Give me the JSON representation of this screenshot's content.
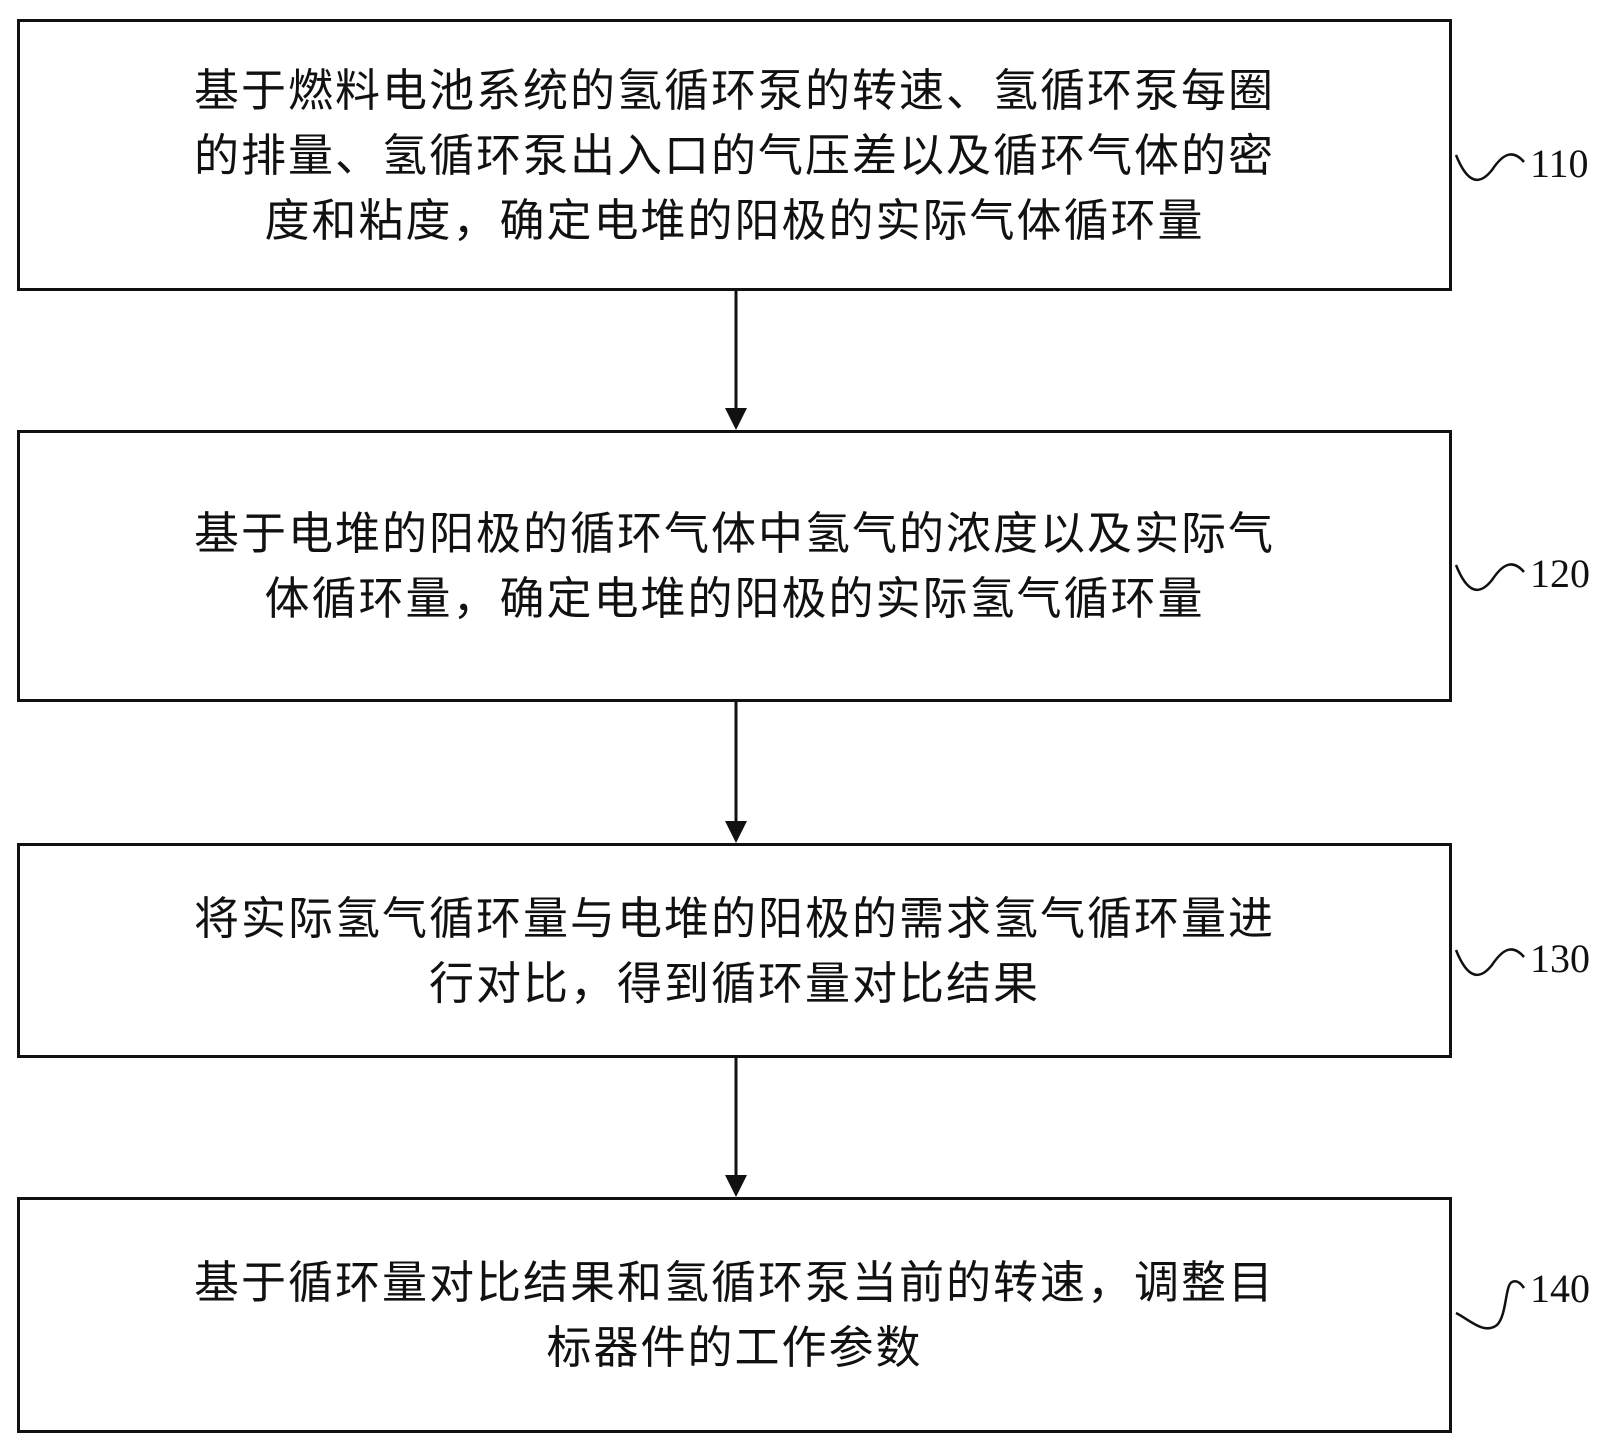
{
  "flowchart": {
    "steps": [
      {
        "id": "110",
        "lines": [
          "基于燃料电池系统的氢循环泵的转速、氢循环泵每圈",
          "的排量、氢循环泵出入口的气压差以及循环气体的密",
          "度和粘度，确定电堆的阳极的实际气体循环量"
        ]
      },
      {
        "id": "120",
        "lines": [
          "基于电堆的阳极的循环气体中氢气的浓度以及实际气",
          "体循环量，确定电堆的阳极的实际氢气循环量"
        ]
      },
      {
        "id": "130",
        "lines": [
          "将实际氢气循环量与电堆的阳极的需求氢气循环量进",
          "行对比，得到循环量对比结果"
        ]
      },
      {
        "id": "140",
        "lines": [
          "基于循环量对比结果和氢循环泵当前的转速，调整目",
          "标器件的工作参数"
        ]
      }
    ],
    "arrows": [
      {
        "from": "110",
        "to": "120"
      },
      {
        "from": "120",
        "to": "130"
      },
      {
        "from": "130",
        "to": "140"
      }
    ]
  }
}
